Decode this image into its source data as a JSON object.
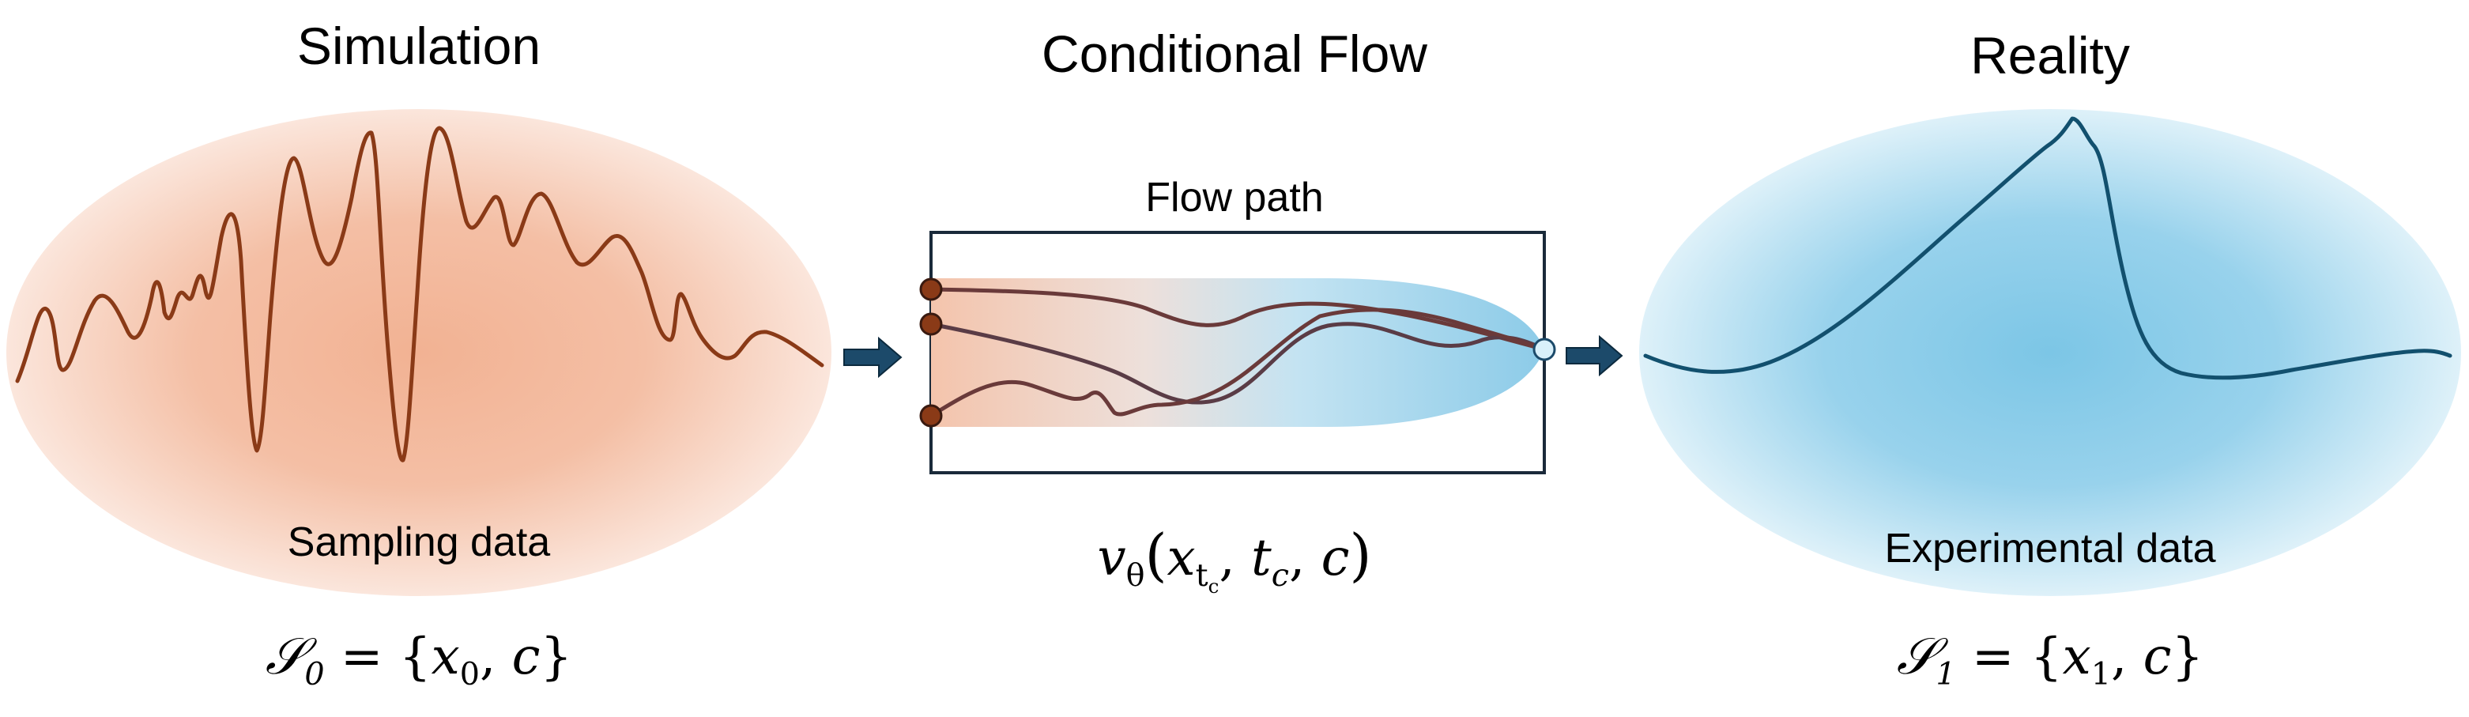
{
  "panels": {
    "simulation": {
      "title": "Simulation",
      "ellipse_label": "Sampling data",
      "set_symbol": "𝒮",
      "set_subscript": "0",
      "set_equals": "=",
      "set_body_x": "x",
      "set_body_x_sub": "0",
      "set_body_c": "c",
      "colors": {
        "fill": "#f2b69a",
        "curve": "#8a3a17"
      }
    },
    "flow": {
      "title": "Conditional Flow",
      "box_label": "Flow path",
      "velocity_symbol": "v",
      "velocity_subscript": "θ",
      "arg_x": "x",
      "arg_x_sub": "t",
      "arg_x_subsub": "c",
      "arg_t": "t",
      "arg_t_sub": "c",
      "arg_c": "c",
      "colors": {
        "box_border": "#1a2a3a",
        "path_start": "#8a3a17",
        "path_end": "#1c4a6a",
        "node_start": "#8a3a17",
        "node_end": "#d9f0fa"
      }
    },
    "reality": {
      "title": "Reality",
      "ellipse_label": "Experimental data",
      "set_symbol": "𝒮",
      "set_subscript": "1",
      "set_equals": "=",
      "set_body_x": "x",
      "set_body_x_sub": "1",
      "set_body_c": "c",
      "colors": {
        "fill": "#7cc6e6",
        "curve": "#12506e"
      }
    }
  },
  "arrows": {
    "color": "#1c4a6a"
  }
}
